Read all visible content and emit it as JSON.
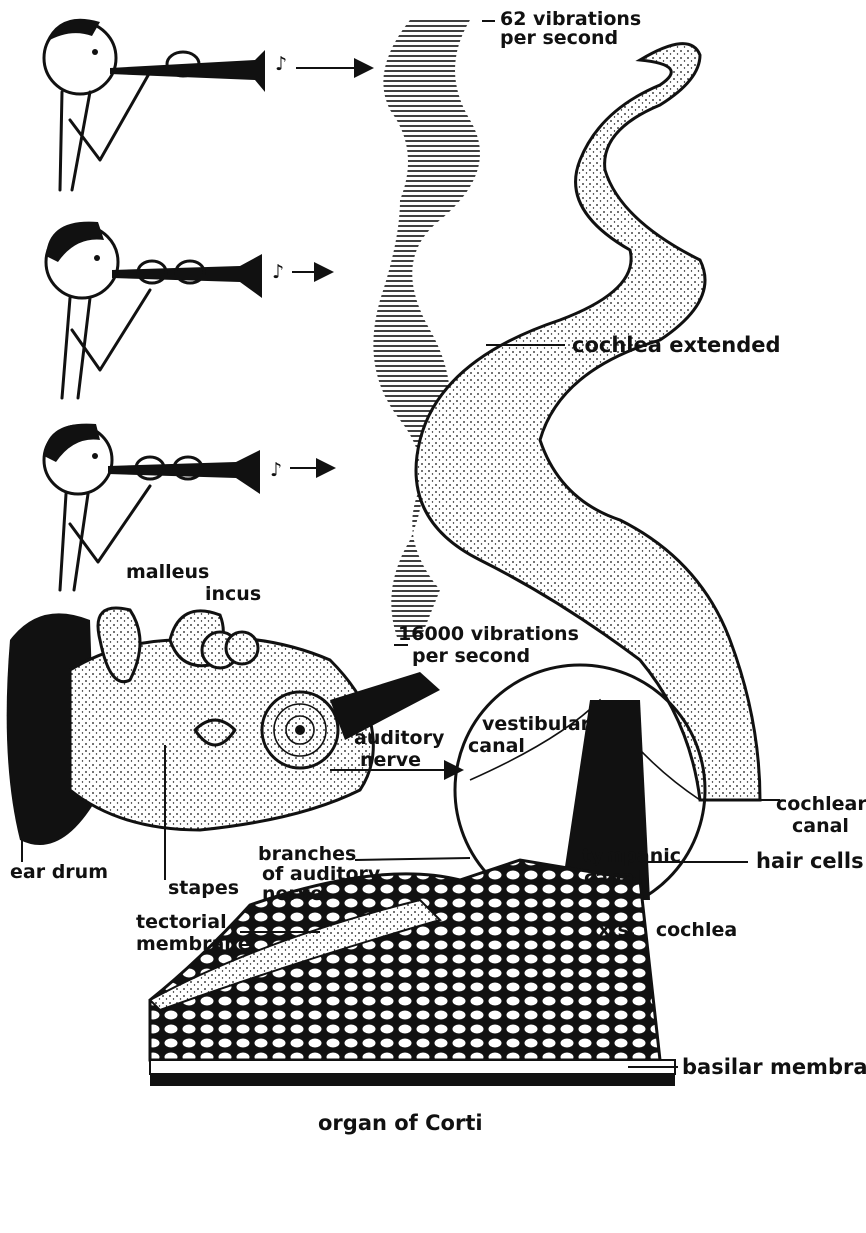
{
  "labels": {
    "vib_low_1": "62 vibrations",
    "vib_low_2": "per second",
    "cochlea_extended": "cochlea extended",
    "malleus": "malleus",
    "incus": "incus",
    "vib_high_1": "16000 vibrations",
    "vib_high_2": "per second",
    "auditory_nerve_1": "auditory",
    "auditory_nerve_2": "nerve",
    "vestibular_canal_1": "vestibular",
    "vestibular_canal_2": "canal",
    "cochlear_canal_1": "cochlear",
    "cochlear_canal_2": "canal",
    "branches_1": "branches",
    "branches_2": "of auditory",
    "branches_3": "nerve",
    "ear_drum": "ear drum",
    "stapes": "stapes",
    "tympanic_canal_1": "tympanic",
    "tympanic_canal_2": "canal",
    "xs_cochlea": "x.s.   cochlea",
    "tectorial_membrane_1": "tectorial",
    "tectorial_membrane_2": "membrane",
    "hair_cells": "hair cells",
    "basilar_membrane": "basilar membrane",
    "organ_of_corti": "organ of Corti"
  },
  "icons": [
    "trumpet-player-icon",
    "music-note-icon",
    "arrow-icon"
  ],
  "colors": {
    "ink": "#111111",
    "paper": "#ffffff"
  }
}
